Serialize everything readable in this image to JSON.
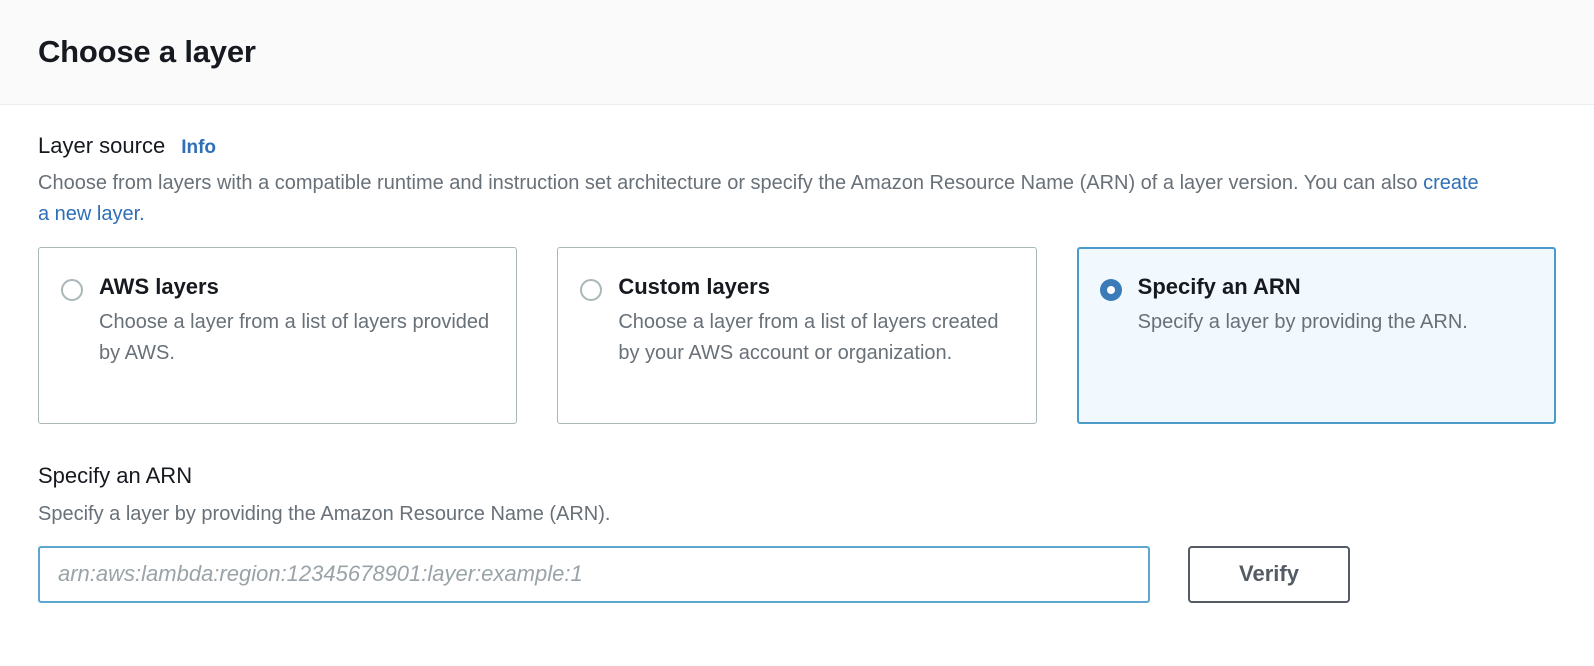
{
  "header": {
    "title": "Choose a layer"
  },
  "layer_source": {
    "label": "Layer source",
    "info_link": "Info",
    "description_before": "Choose from layers with a compatible runtime and instruction set architecture or specify the Amazon Resource Name (ARN) of a layer version. You can also ",
    "description_link": "create a new layer",
    "description_after": ".",
    "options": [
      {
        "title": "AWS layers",
        "description": "Choose a layer from a list of layers provided by AWS.",
        "selected": false
      },
      {
        "title": "Custom layers",
        "description": "Choose a layer from a list of layers created by your AWS account or organization.",
        "selected": false
      },
      {
        "title": "Specify an ARN",
        "description": "Specify a layer by providing the ARN.",
        "selected": true
      }
    ]
  },
  "arn_section": {
    "heading": "Specify an ARN",
    "subtext": "Specify a layer by providing the Amazon Resource Name (ARN).",
    "input_value": "",
    "input_placeholder": "arn:aws:lambda:region:12345678901:layer:example:1",
    "verify_label": "Verify"
  },
  "colors": {
    "link_blue": "#2f6fb5",
    "selected_border": "#4a9bc9",
    "selected_background": "#f1f8fe",
    "radio_blue": "#3b7cb8",
    "input_focus_border": "#5ba7d0",
    "button_border": "#545b64",
    "tile_border": "#aab7b8",
    "header_background": "#fafafa",
    "muted_text": "#687078"
  }
}
